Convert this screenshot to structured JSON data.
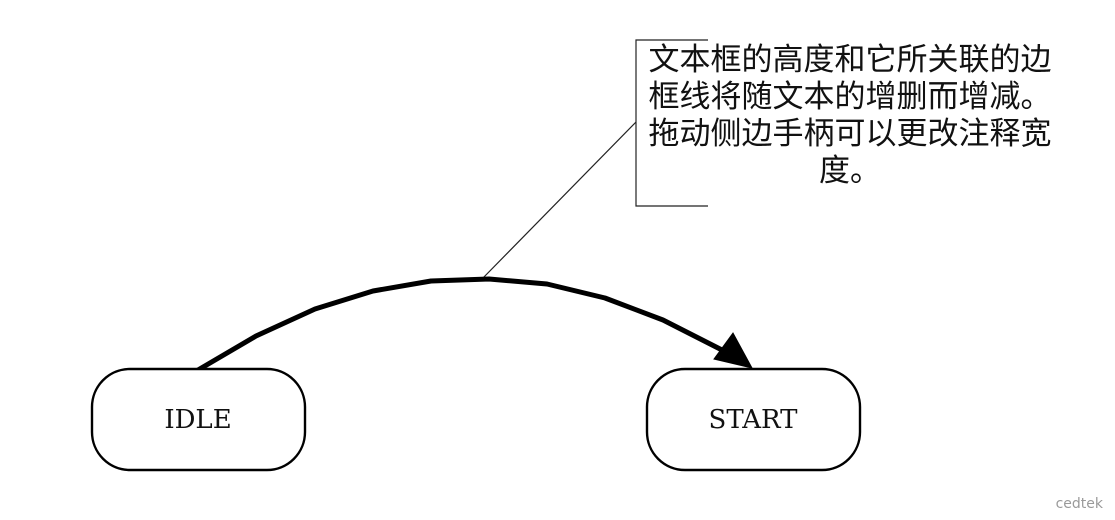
{
  "annotation": {
    "text": "文本框的高度和它所关联的边框线将随文本的增删而增减。拖动侧边手柄可以更改注释宽度。"
  },
  "states": {
    "idle": {
      "label": "IDLE"
    },
    "start": {
      "label": "START"
    }
  },
  "transition": {
    "from": "IDLE",
    "to": "START"
  },
  "watermark": "cedtek"
}
